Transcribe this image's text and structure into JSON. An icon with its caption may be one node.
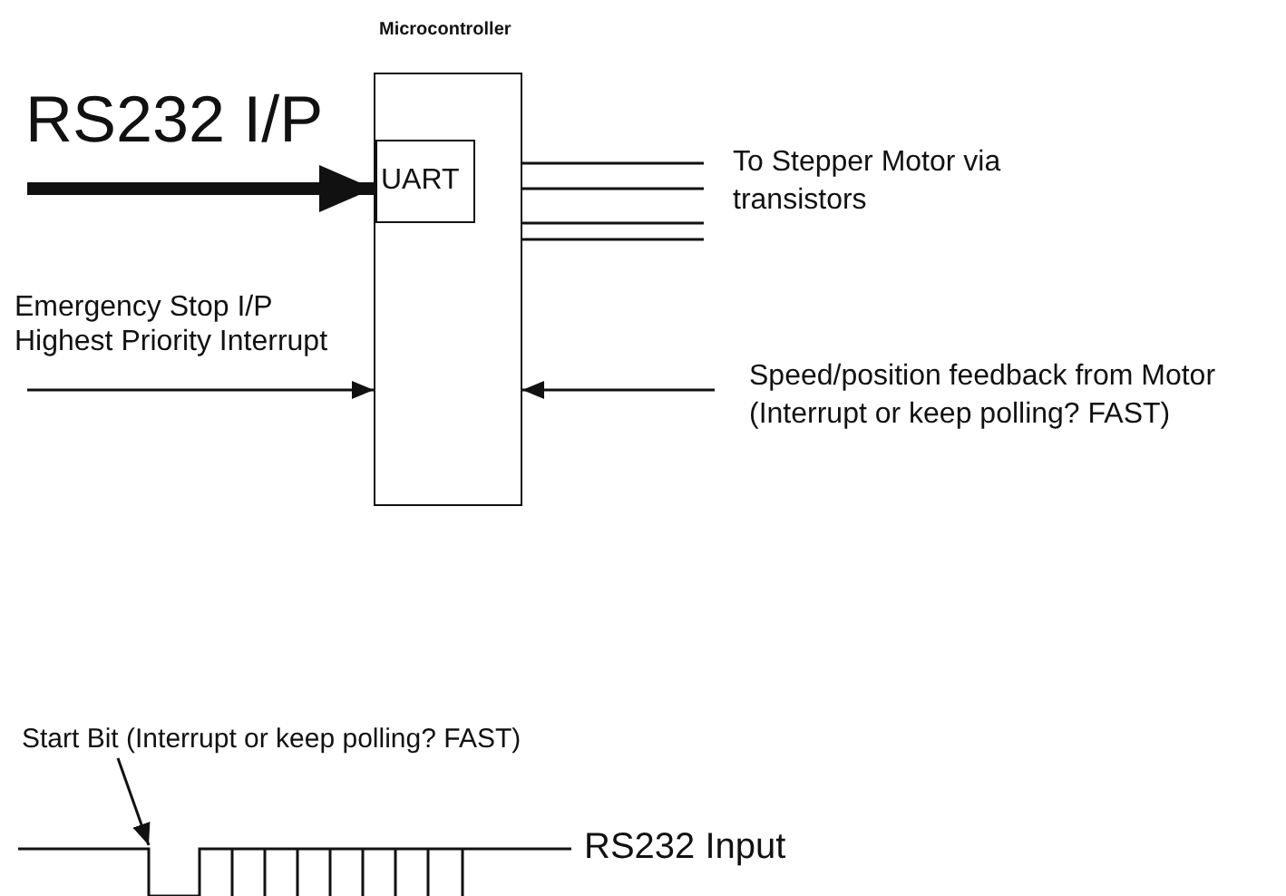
{
  "diagram": {
    "nodes": [
      {
        "text": [
          "Microcontroller"
        ]
      },
      {
        "text": [
          "UART"
        ],
        "in": 0
      },
      {
        "text": [
          "To Stepper Motor via transistors"
        ]
      },
      {
        "text": [
          "Speed/position feedback from Motor (Interrupt or keep polling? FAST)"
        ]
      },
      {
        "text": [
          "Start Bit (Interrupt or keep polling? FAST)"
        ]
      },
      {
        "text": [],
        "shape": "picture"
      }
    ],
    "edges": [
      {
        "from": null,
        "to": 1,
        "arrow": "to",
        "style": "thick"
      },
      {
        "from": null,
        "to": 0,
        "arrow": "to"
      },
      {
        "from": 0,
        "to": 2,
        "arrow": "none"
      },
      {
        "from": 0,
        "to": 2,
        "arrow": "none"
      },
      {
        "from": 0,
        "to": 2,
        "arrow": "none"
      },
      {
        "from": 0,
        "to": 2,
        "arrow": "none"
      },
      {
        "from": 3,
        "to": 0,
        "arrow": "to"
      },
      {
        "from": 4,
        "to": 5,
        "arrow": "to"
      }
    ],
    "labels": [
      "RS232 I/P",
      "Emergency Stop I/P Highest Priority Interrupt",
      "RS232 Input"
    ]
  }
}
